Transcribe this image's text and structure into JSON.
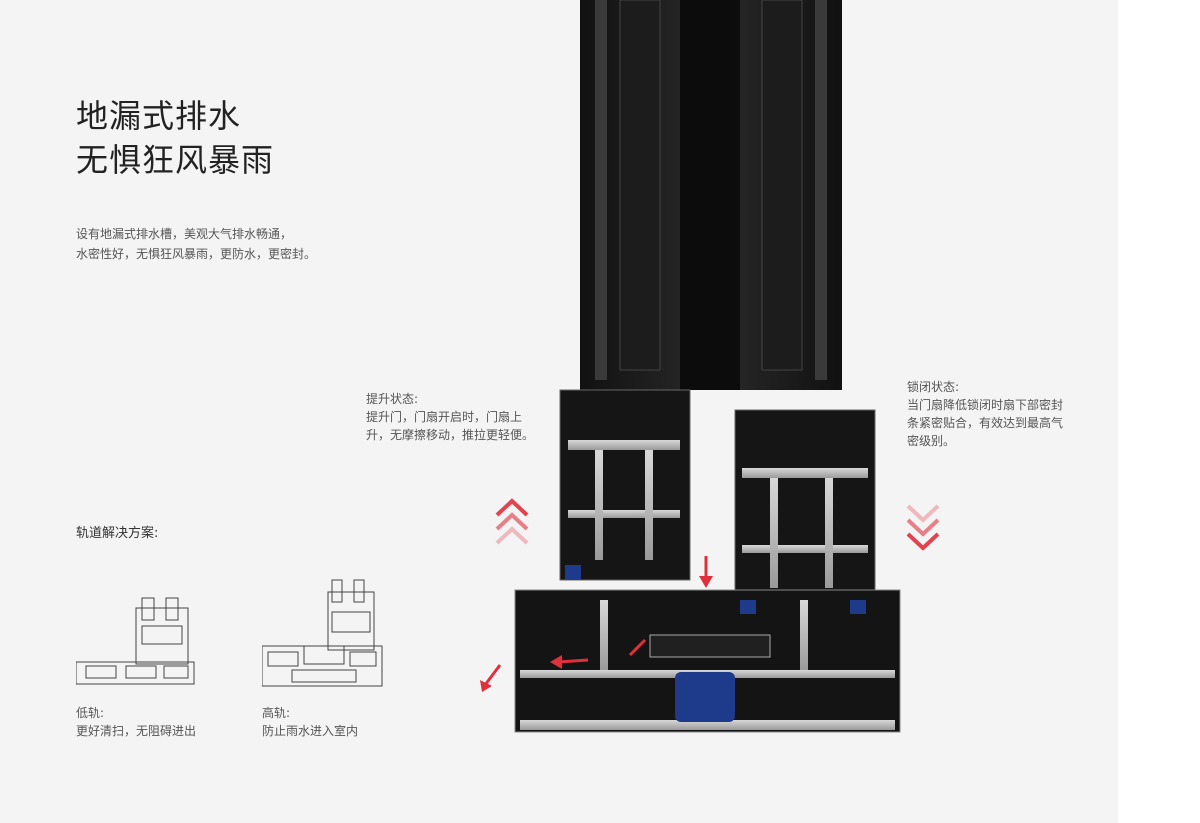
{
  "heading": {
    "line1": "地漏式排水",
    "line2": "无惧狂风暴雨"
  },
  "description": {
    "line1": "设有地漏式排水槽，美观大气排水畅通，",
    "line2": "水密性好，无惧狂风暴雨，更防水，更密封。"
  },
  "lift_state": {
    "title": "提升状态:",
    "line1": "提升门，门扇开启时，门扇上",
    "line2": "升，无摩擦移动，推拉更轻便。"
  },
  "lock_state": {
    "title": "锁闭状态:",
    "line1": "当门扇降低锁闭时扇下部密封",
    "line2": "条紧密贴合，有效达到最高气",
    "line3": "密级别。"
  },
  "track_solutions": {
    "title": "轨道解决方案:",
    "low": {
      "label": "低轨:",
      "desc": "更好清扫，无阻碍进出"
    },
    "high": {
      "label": "高轨:",
      "desc": "防止雨水进入室内"
    }
  },
  "colors": {
    "accent_red": "#e0303c",
    "profile_dark": "#1a1a1a",
    "gasket_blue": "#1e3a8a",
    "background": "#f4f4f4"
  },
  "icons": {
    "up": "chevron-up-triple-icon",
    "down": "chevron-down-triple-icon"
  }
}
